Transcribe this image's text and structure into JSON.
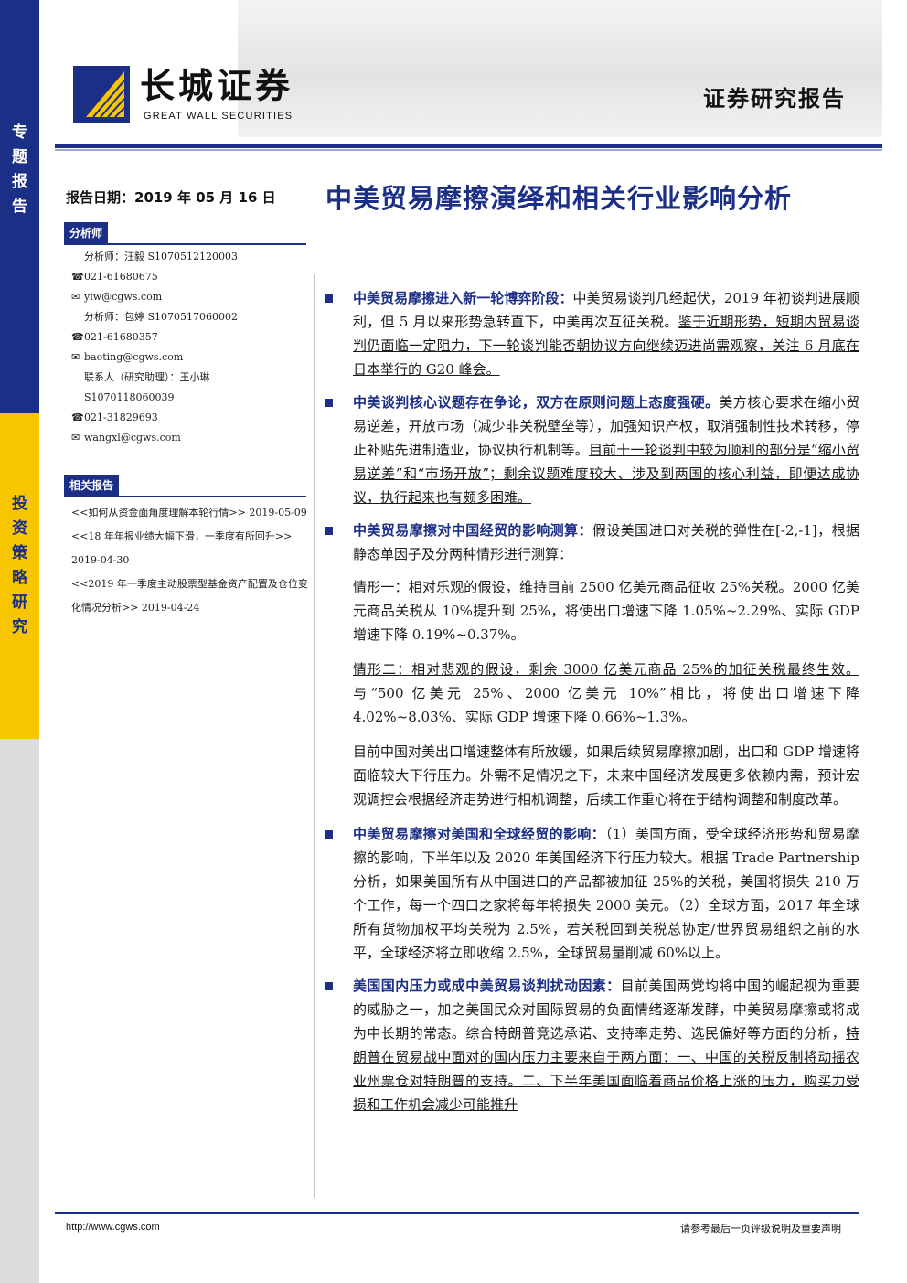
{
  "side_strip": {
    "top_label": [
      "专",
      "题",
      "报",
      "告"
    ],
    "mid_label": [
      "投",
      "资",
      "策",
      "略",
      "研",
      "究"
    ]
  },
  "header": {
    "logo_cn": "长城证券",
    "logo_en": "GREAT WALL SECURITIES",
    "report_type": "证券研究报告"
  },
  "report_date": "报告日期：2019 年 05 月 16 日",
  "title": "中美贸易摩擦演绎和相关行业影响分析",
  "analysts": {
    "heading": "分析师",
    "rows": [
      {
        "icon": "",
        "text": "分析师：汪毅  S1070512120003"
      },
      {
        "icon": "☎",
        "text": "021-61680675"
      },
      {
        "icon": "✉",
        "text": "yiw@cgws.com"
      },
      {
        "icon": "",
        "text": "分析师：包婷  S1070517060002"
      },
      {
        "icon": "☎",
        "text": "021-61680357"
      },
      {
        "icon": "✉",
        "text": "baoting@cgws.com"
      },
      {
        "icon": "",
        "text": "联系人（研究助理）：王小琳"
      },
      {
        "icon": "",
        "text": "S1070118060039"
      },
      {
        "icon": "☎",
        "text": "021-31829693"
      },
      {
        "icon": "✉",
        "text": "wangxl@cgws.com"
      }
    ]
  },
  "related": {
    "heading": "相关报告",
    "items": [
      "<<如何从资金面角度理解本轮行情>> 2019-05-09",
      "<<18 年年报业绩大幅下滑，一季度有所回升>> 2019-04-30",
      "<<2019 年一季度主动股票型基金资产配置及仓位变化情况分析>> 2019-04-24"
    ]
  },
  "body": {
    "b1_head": "中美贸易摩擦进入新一轮博弈阶段：",
    "b1_text": "中美贸易谈判几经起伏，2019 年初谈判进展顺利，但 5 月以来形势急转直下，中美再次互征关税。",
    "b1_ul": "鉴于近期形势，短期内贸易谈判仍面临一定阻力，下一轮谈判能否朝协议方向继续迈进尚需观察，关注 6 月底在日本举行的 G20 峰会。",
    "b2_head": "中美谈判核心议题存在争论，双方在原则问题上态度强硬。",
    "b2_text": "美方核心要求在缩小贸易逆差，开放市场（减少非关税壁垒等），加强知识产权，取消强制性技术转移，停止补贴先进制造业，协议执行机制等。",
    "b2_ul": "目前十一轮谈判中较为顺利的部分是“缩小贸易逆差”和“市场开放”；剩余议题难度较大、涉及到两国的核心利益，即便达成协议，执行起来也有颇多困难。",
    "b3_head": "中美贸易摩擦对中国经贸的影响测算：",
    "b3_text": "假设美国进口对关税的弹性在[-2,-1]，根据静态单因子及分两种情形进行测算：",
    "p1_ul": "情形一：相对乐观的假设，维持目前 2500 亿美元商品征收 25%关税。",
    "p1_text": "2000 亿美元商品关税从 10%提升到 25%，将使出口增速下降 1.05%~2.29%、实际 GDP 增速下降 0.19%~0.37%。",
    "p2_ul": "情形二：相对悲观的假设，剩余 3000 亿美元商品 25%的加征关税最终生效。",
    "p2_text": "与“500 亿美元 25%、2000 亿美元 10%”相比，将使出口增速下降 4.02%~8.03%、实际 GDP 增速下降 0.66%~1.3%。",
    "p3_text": "目前中国对美出口增速整体有所放缓，如果后续贸易摩擦加剧，出口和 GDP 增速将面临较大下行压力。外需不足情况之下，未来中国经济发展更多依赖内需，预计宏观调控会根据经济走势进行相机调整，后续工作重心将在于结构调整和制度改革。",
    "b4_head": "中美贸易摩擦对美国和全球经贸的影响：",
    "b4_text": "（1）美国方面，受全球经济形势和贸易摩擦的影响，下半年以及 2020 年美国经济下行压力较大。根据 Trade Partnership 分析，如果美国所有从中国进口的产品都被加征 25%的关税，美国将损失 210 万个工作，每一个四口之家将每年将损失 2000 美元。（2）全球方面，2017 年全球所有货物加权平均关税为 2.5%，若关税回到关税总协定/世界贸易组织之前的水平，全球经济将立即收缩 2.5%，全球贸易量削减 60%以上。",
    "b5_head": "美国国内压力或成中美贸易谈判扰动因素：",
    "b5_text": "目前美国两党均将中国的崛起视为重要的威胁之一，加之美国民众对国际贸易的负面情绪逐渐发酵，中美贸易摩擦或将成为中长期的常态。综合特朗普竞选承诺、支持率走势、选民偏好等方面的分析，",
    "b5_ul": "特朗普在贸易战中面对的国内压力主要来自于两方面：一、中国的关税反制将动摇农业州票仓对特朗普的支持。二、下半年美国面临着商品价格上涨的压力，购买力受损和工作机会减少可能推升"
  },
  "footer": {
    "url": "http://www.cgws.com",
    "note": "请参考最后一页评级说明及重要声明"
  }
}
